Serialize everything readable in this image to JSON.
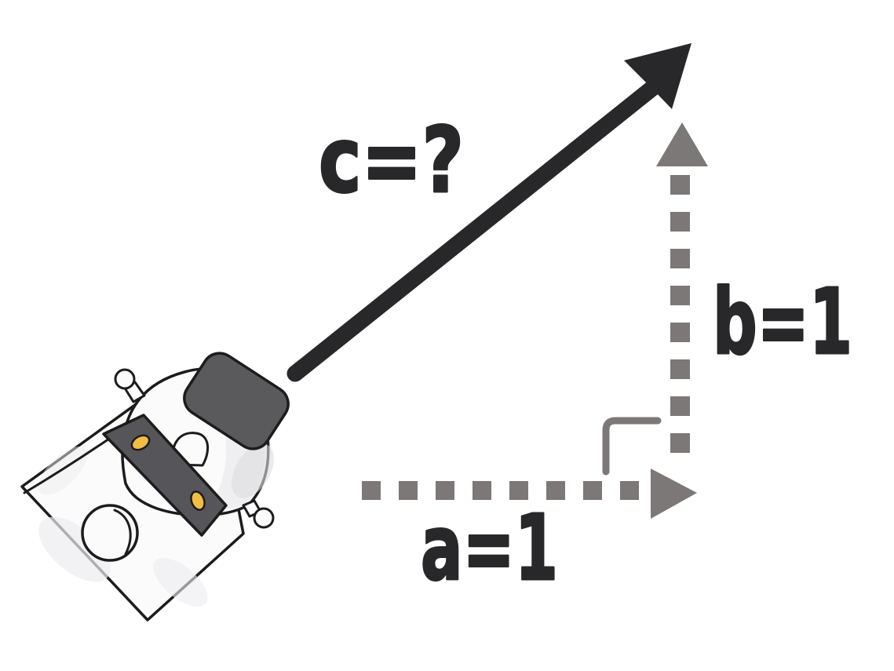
{
  "scene": {
    "labels": {
      "hypotenuse": "c=?",
      "base": "a=1",
      "height": "b=1"
    },
    "colors": {
      "ink": "#28282a",
      "gray": "#7b7877",
      "outline": "#1c1c1c",
      "body_white": "#fbfbfb",
      "panel_dark": "#56555a",
      "visor_dark": "#5a595c",
      "eye_yellow": "#f2bd45",
      "background": "#ffffff"
    },
    "icons": {
      "mascot": "robot-mascot"
    }
  }
}
